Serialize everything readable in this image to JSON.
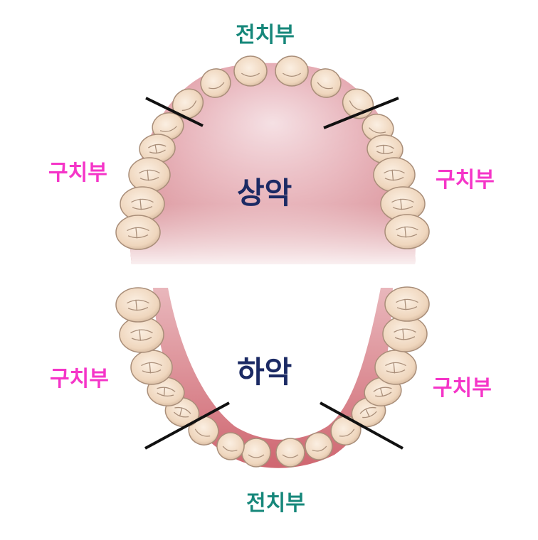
{
  "upper": {
    "title": "상악",
    "front_label": "전치부",
    "left_label": "구치부",
    "right_label": "구치부"
  },
  "lower": {
    "title": "하악",
    "front_label": "전치부",
    "left_label": "구치부",
    "right_label": "구치부"
  },
  "colors": {
    "front_label": "#16877a",
    "back_label": "#f535c8",
    "jaw_label": "#1b2a64",
    "tooth_fill": "#f1dcc6",
    "tooth_stroke": "#a98e79",
    "gum": "#d36a72",
    "palate_light": "#f3d8dc",
    "divider_line": "#111111"
  }
}
